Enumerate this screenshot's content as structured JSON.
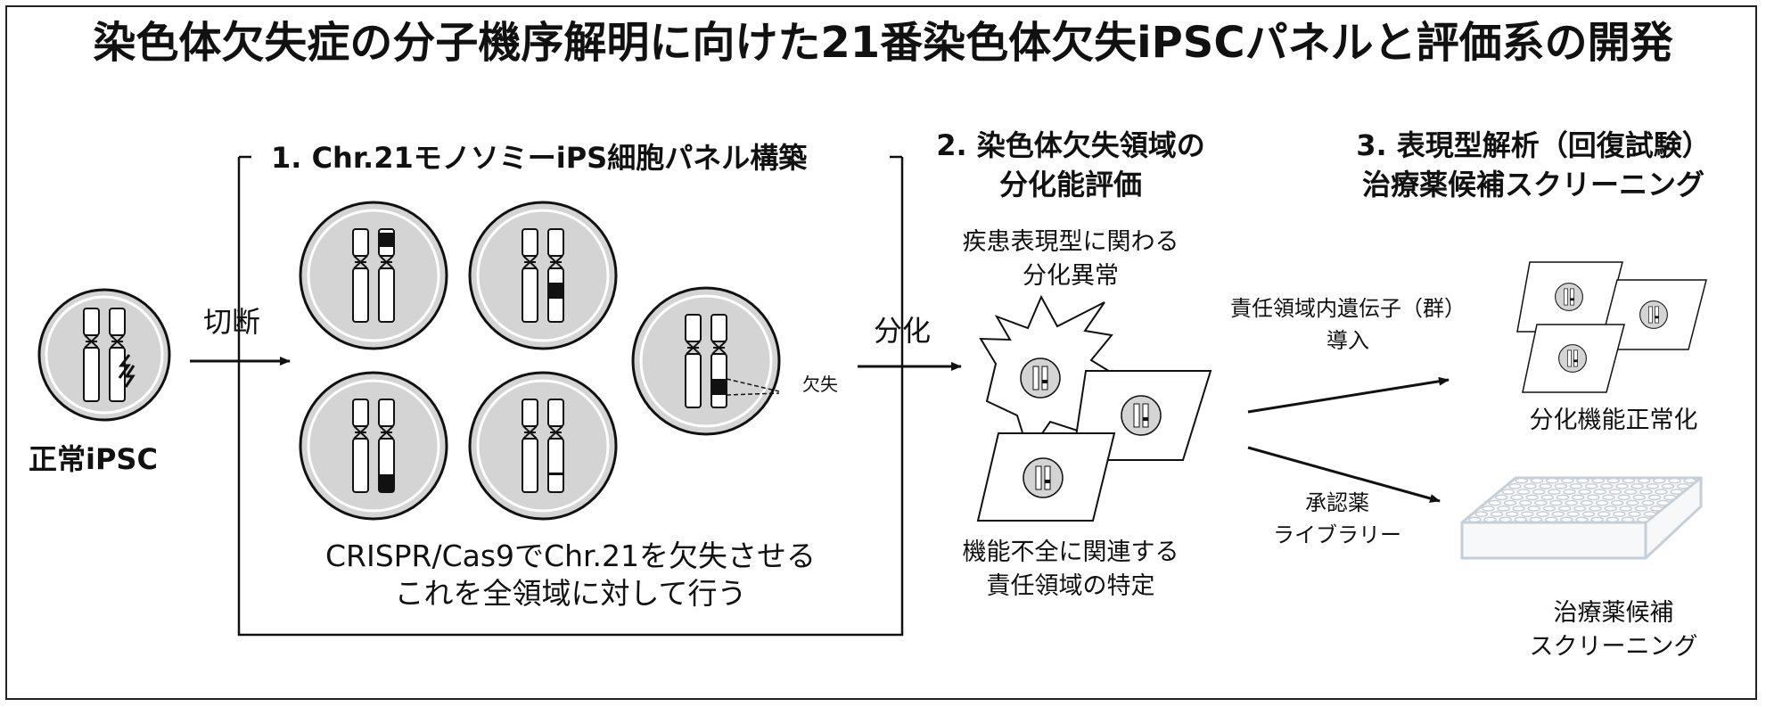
{
  "title": "染色体欠失症の分子機序解明に向けた21番染色体欠失iPSCパネルと評価系の開発",
  "start": {
    "label": "正常iPSC"
  },
  "cut_label": "切断",
  "differentiate_label": "分化",
  "deletion_label": "欠失",
  "step1": {
    "heading": "1. Chr.21モノソミーiPS細胞パネル構築",
    "caption_line1": "CRISPR/Cas9でChr.21を欠失させる",
    "caption_line2": "これを全領域に対して行う"
  },
  "step2": {
    "heading_line1": "2. 染色体欠失領域の",
    "heading_line2": "分化能評価",
    "top_line1": "疾患表現型に関わる",
    "top_line2": "分化異常",
    "bottom_line1": "機能不全に関連する",
    "bottom_line2": "責任領域の特定"
  },
  "step3": {
    "heading_line1": "3. 表現型解析（回復試験）",
    "heading_line2": "治療薬候補スクリーニング",
    "gene_line1": "責任領域内遺伝子（群）",
    "gene_line2": "導入",
    "result_top": "分化機能正常化",
    "library_line1": "承認薬",
    "library_line2": "ライブラリー",
    "result_bottom_line1": "治療薬候補",
    "result_bottom_line2": "スクリーニング"
  },
  "colors": {
    "cell_fill": "#d4d4d4",
    "line": "#111111",
    "plate": "#c6ced6"
  }
}
